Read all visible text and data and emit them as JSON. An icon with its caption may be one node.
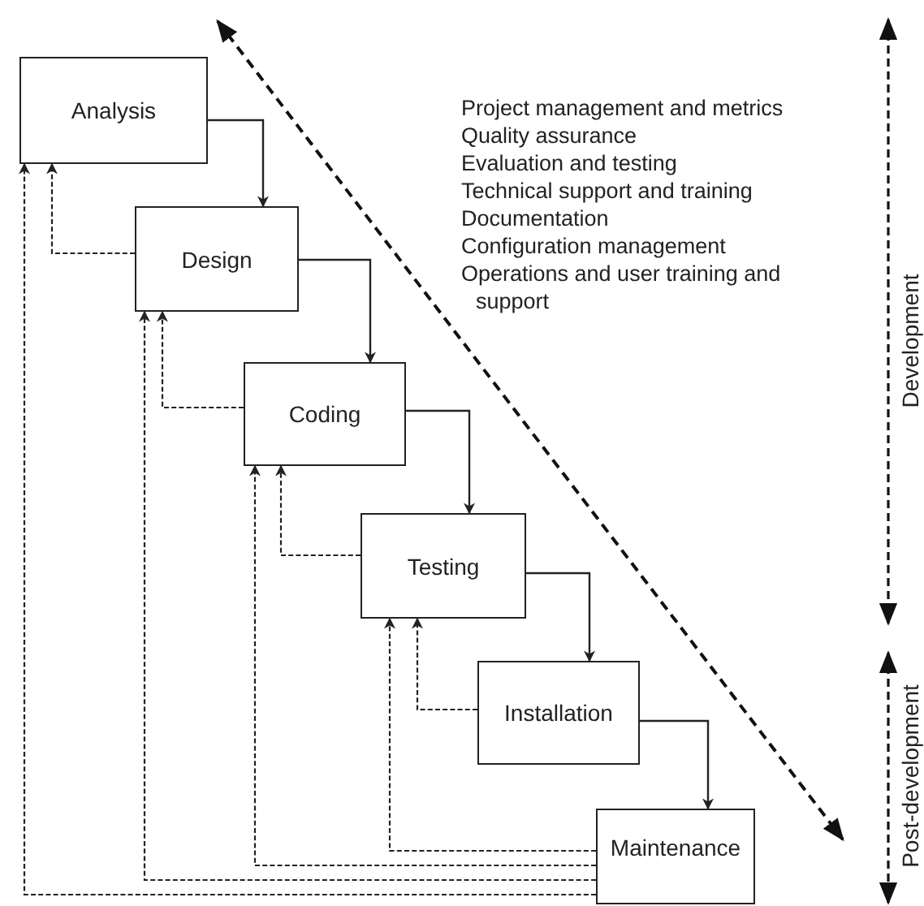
{
  "diagram": {
    "nodes": [
      {
        "text": [
          "Analysis"
        ]
      },
      {
        "text": [
          "Design"
        ]
      },
      {
        "text": [
          "Coding"
        ]
      },
      {
        "text": [
          "Testing"
        ]
      },
      {
        "text": [
          "Installation"
        ]
      },
      {
        "text": [
          "Maintenance"
        ]
      }
    ],
    "edges": [
      {
        "from": 0,
        "to": 1,
        "arrow": "to"
      },
      {
        "from": 1,
        "to": 2,
        "arrow": "to"
      },
      {
        "from": 2,
        "to": 3,
        "arrow": "to"
      },
      {
        "from": 3,
        "to": 4,
        "arrow": "to"
      },
      {
        "from": 4,
        "to": 5,
        "arrow": "to"
      },
      {
        "from": 1,
        "to": 0,
        "arrow": "to",
        "style": "dashed"
      },
      {
        "from": 2,
        "to": 1,
        "arrow": "to",
        "style": "dashed"
      },
      {
        "from": 3,
        "to": 2,
        "arrow": "to",
        "style": "dashed"
      },
      {
        "from": 4,
        "to": 3,
        "arrow": "to",
        "style": "dashed"
      },
      {
        "from": 5,
        "to": 3,
        "arrow": "to",
        "style": "dashed"
      },
      {
        "from": 5,
        "to": 2,
        "arrow": "to",
        "style": "dashed"
      },
      {
        "from": 5,
        "to": 1,
        "arrow": "to",
        "style": "dashed"
      },
      {
        "from": 5,
        "to": 0,
        "arrow": "to",
        "style": "dashed"
      }
    ],
    "labels": [
      "Project management and metrics",
      "Quality assurance",
      "Evaluation and testing",
      "Technical support and training",
      "Documentation",
      "Configuration management",
      "Operations and user training and support",
      "Development",
      "Post-development"
    ]
  }
}
